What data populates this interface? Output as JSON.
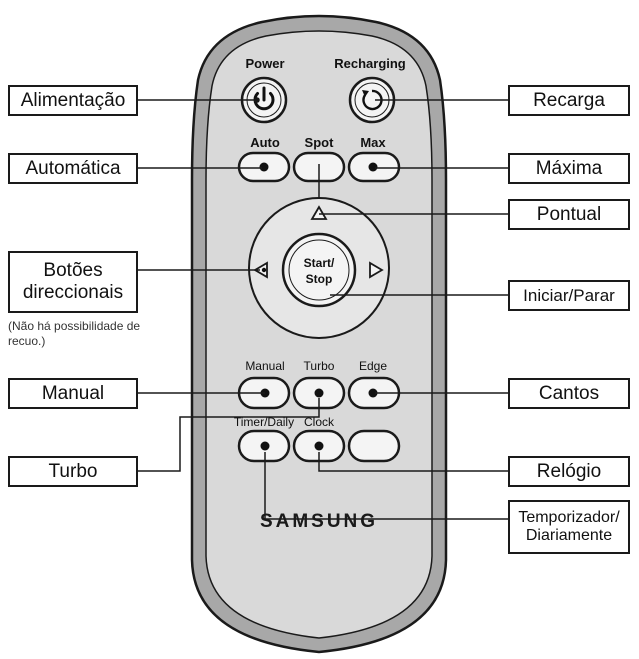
{
  "remote": {
    "brand": "SAMSUNG",
    "colors": {
      "body": "#d9d9d9",
      "rim": "#a8a8a8",
      "outline": "#1a1a1a",
      "button_face": "#f4f4f4"
    },
    "buttons": {
      "power": "Power",
      "recharging": "Recharging",
      "auto": "Auto",
      "spot": "Spot",
      "max": "Max",
      "start_stop_line1": "Start/",
      "start_stop_line2": "Stop",
      "manual": "Manual",
      "turbo": "Turbo",
      "edge": "Edge",
      "timer_daily": "Timer/Daily",
      "clock": "Clock"
    }
  },
  "callouts": {
    "alimentacao": "Alimentação",
    "automatica": "Automática",
    "botoes_line1": "Botões",
    "botoes_line2": "direccionais",
    "botoes_note": "(Não há possibilidade de recuo.)",
    "manual": "Manual",
    "turbo": "Turbo",
    "recarga": "Recarga",
    "maxima": "Máxima",
    "pontual": "Pontual",
    "iniciar_parar": "Iniciar/Parar",
    "cantos": "Cantos",
    "relogio": "Relógio",
    "temporizador_line1": "Temporizador/",
    "temporizador_line2": "Diariamente"
  }
}
